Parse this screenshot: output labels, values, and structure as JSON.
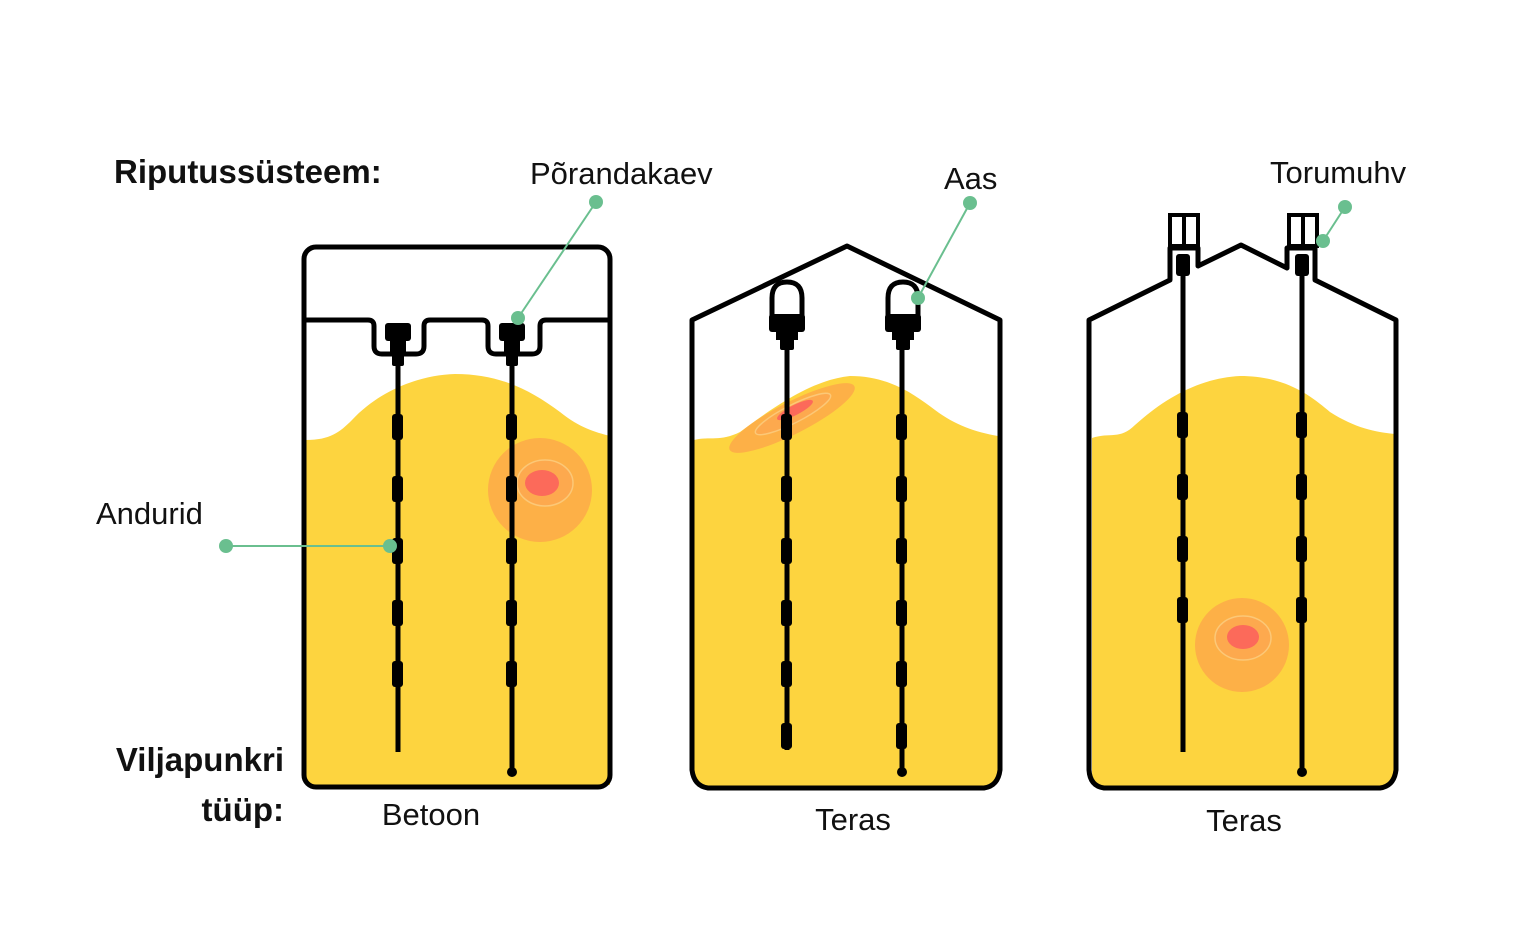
{
  "header": {
    "suspension_system_label": "Riputussüsteem:",
    "silo_type_label_line1": "Viljapunkri",
    "silo_type_label_line2": "tüüp:"
  },
  "callouts": {
    "sensors": "Andurid",
    "ground_well": "Põrandakaev",
    "loop": "Aas",
    "pipe_sleeve": "Torumuhv"
  },
  "silos": [
    {
      "id": "silo-concrete",
      "type_label": "Betoon",
      "suspension": "Põrandakaev",
      "cables": 2,
      "hotspot": "right cable, upper-middle (round)"
    },
    {
      "id": "silo-steel-loop",
      "type_label": "Teras",
      "suspension": "Aas",
      "cables": 2,
      "hotspot": "left cable, near grain surface (elongated diagonal)"
    },
    {
      "id": "silo-steel-pipe",
      "type_label": "Teras",
      "suspension": "Torumuhv",
      "cables": 2,
      "hotspot": "between cables, lower-middle (round)"
    }
  ],
  "colors": {
    "grain": "#fdd43f",
    "hotspot_outer": "#fdb047",
    "hotspot_inner": "#fc6a5a",
    "callout": "#6abf8f",
    "outline": "#000000"
  }
}
